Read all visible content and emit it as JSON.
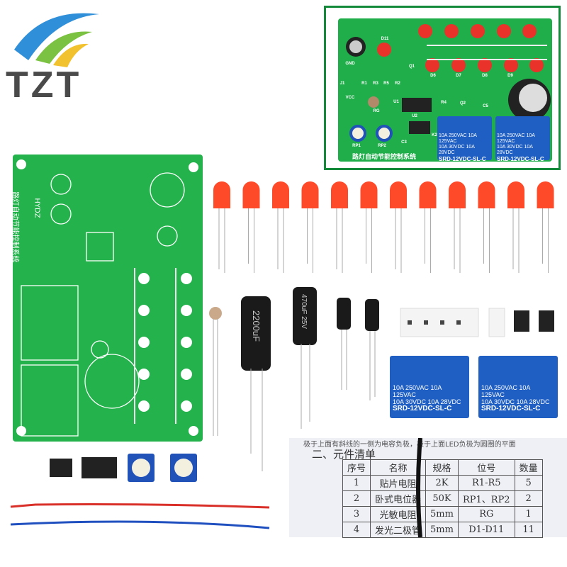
{
  "logo": {
    "text": "TZT"
  },
  "inset_board": {
    "title": "路灯自动节能控制系统",
    "labels": [
      "GND",
      "VCC",
      "J1",
      "R1",
      "R3",
      "R5",
      "R2",
      "Q1",
      "U1",
      "U2",
      "RG",
      "RP1",
      "RP2",
      "C3",
      "K2",
      "R4",
      "Q2",
      "C5",
      "D11",
      "D6",
      "D7",
      "D8",
      "D9"
    ]
  },
  "main_board": {
    "brand": "HYDZ",
    "title": "路灯自动节能控制系统"
  },
  "capacitors": [
    {
      "label": "2200uF"
    },
    {
      "label": "470uF 25V"
    }
  ],
  "relay": {
    "line1": "10A 250VAC 10A 125VAC",
    "line2": "10A 30VDC 10A 28VDC",
    "model": "SRD-12VDC-SL-C"
  },
  "led_color": "#ff4a2a",
  "pcb_color": "#1fae4a",
  "paper": {
    "top_line": "极于上面有斜线的一侧为电容负极，极于上面LED负极为圆圈的平面",
    "heading": "二、元件清单",
    "columns": [
      "序号",
      "名称",
      "规格",
      "位号",
      "数量"
    ],
    "rows": [
      [
        "1",
        "贴片电阻",
        "2K",
        "R1-R5",
        "5"
      ],
      [
        "2",
        "卧式电位器",
        "50K",
        "RP1、RP2",
        "2"
      ],
      [
        "3",
        "光敏电阻",
        "5mm",
        "RG",
        "1"
      ],
      [
        "4",
        "发光二极管",
        "5mm",
        "D1-D11",
        "11"
      ]
    ]
  }
}
